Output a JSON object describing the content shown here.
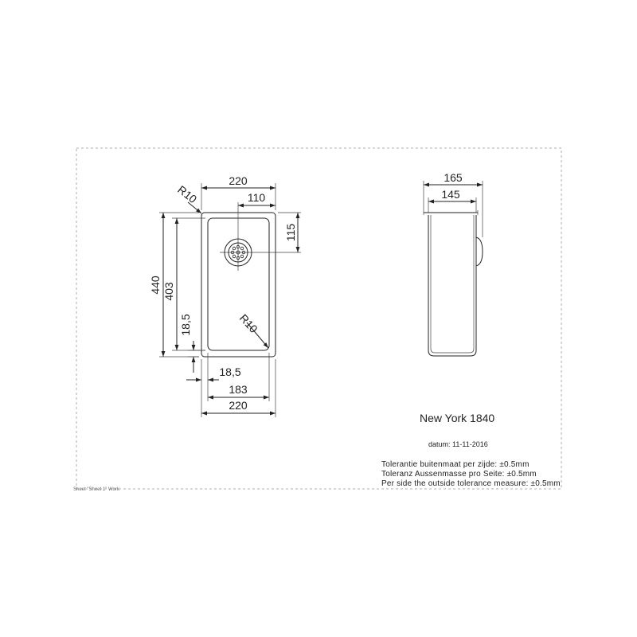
{
  "title": "New York 1840",
  "datum": "datum: 11-11-2016",
  "tolerances": [
    "Tolerantie buitenmaat per zijde: ±0.5mm",
    "Toleranz Aussenmasse pro Seite: ±0.5mm",
    "Per side the outside tolerance measure: ±0.5mm"
  ],
  "sheet_label": "Sheet \"Sheet 1\" Work",
  "top_view": {
    "width_outer": "220",
    "half_width": "110",
    "corner_radius_outer": "R10",
    "drain_offset": "115",
    "length_outer": "440",
    "length_inner": "403",
    "rim_side": "18,5",
    "corner_radius_inner": "R10",
    "rim_bottom": "18,5",
    "width_inner": "183",
    "width_bottom": "220"
  },
  "side_view": {
    "width_outer": "165",
    "width_inner": "145"
  },
  "colors": {
    "line": "#222222",
    "frame": "#999999"
  }
}
